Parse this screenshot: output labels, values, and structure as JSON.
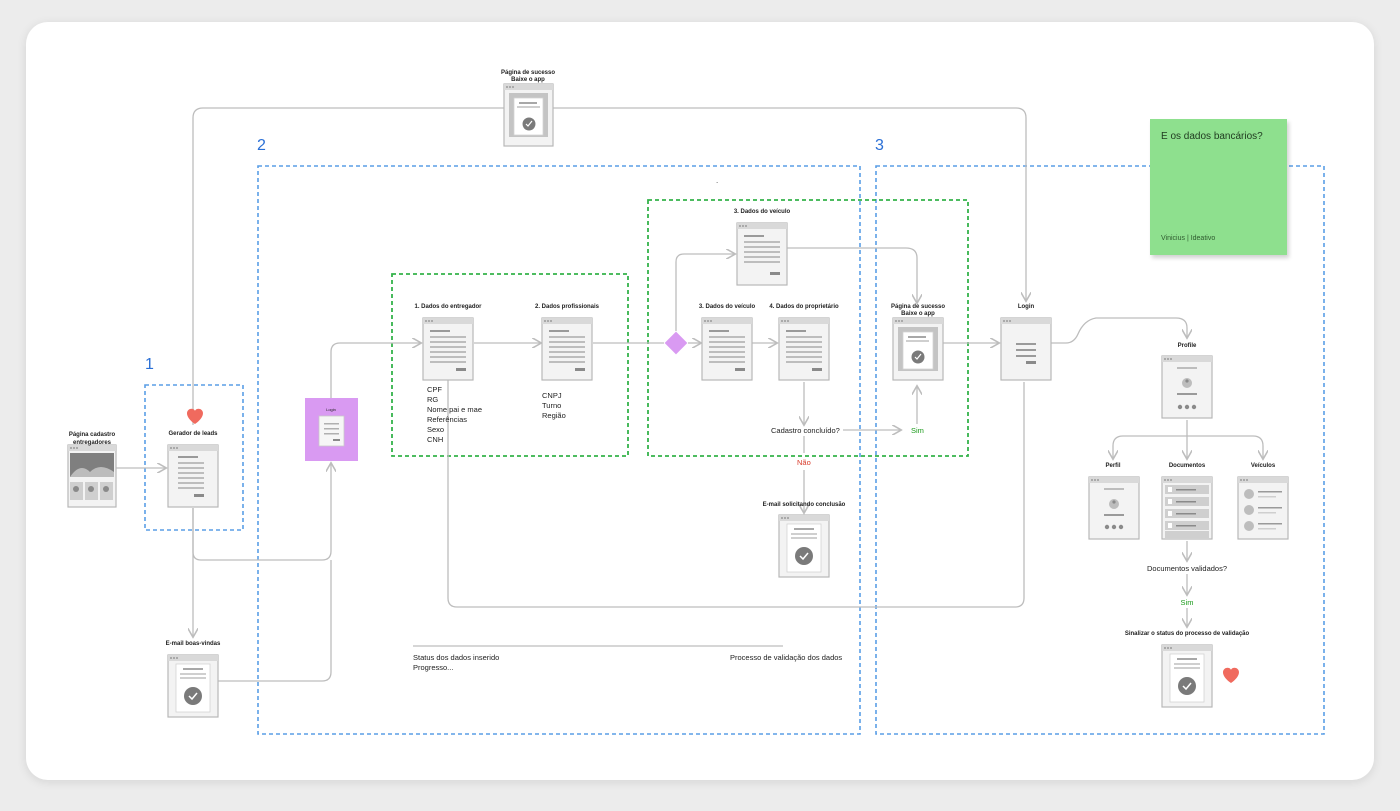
{
  "groups": {
    "g1": {
      "number": "1"
    },
    "g2": {
      "number": "2"
    },
    "g3": {
      "number": "3"
    }
  },
  "screens": {
    "cadastro": "Página cadastro\nentregadores",
    "gerador": "Gerador de leads",
    "email_boas": "E-mail boas-vindas",
    "sucesso_top": "Página de sucesso\nBaixe o app",
    "login_small": "Login",
    "dados_entregador": "1. Dados do entregador",
    "dados_prof": "2. Dados profissionais",
    "dados_veiculo_top": "3. Dados do veículo",
    "dados_veiculo": "3. Dados do veículo",
    "dados_proprietario": "4. Dados do proprietário",
    "sucesso_mid": "Página de sucesso\nBaixe o app",
    "email_conclusao": "E-mail solicitando conclusão",
    "login": "Login",
    "profile": "Profile",
    "perfil": "Perfil",
    "documentos": "Documentos",
    "veiculos": "Veículos",
    "sinalizar": "Sinalizar o status do processo de validação"
  },
  "lists": {
    "entregador": "CPF\nRG\nNome pai e mae\nReferências\nSexo\nCNH",
    "profissionais": "CNPJ\nTurno\nRegião"
  },
  "decisions": {
    "cadastro_q": "Cadastro concluído?",
    "sim1": "Sim",
    "nao": "Não",
    "docs_q": "Documentos validados?",
    "sim2": "Sim"
  },
  "footer": {
    "status_line1": "Status dos dados inserido",
    "status_line2": "Progresso...",
    "processo": "Processo de validação dos dados"
  },
  "sticky": {
    "text": "E os dados bancários?",
    "author": "Vinicius | Ideativo"
  },
  "colors": {
    "blue_group": "#5a9ee6",
    "green_group": "#34b34a",
    "purple": "#d99af2",
    "heart": "#f06a5e",
    "sticky": "#8ee08e",
    "connector": "#bdbdbd"
  }
}
